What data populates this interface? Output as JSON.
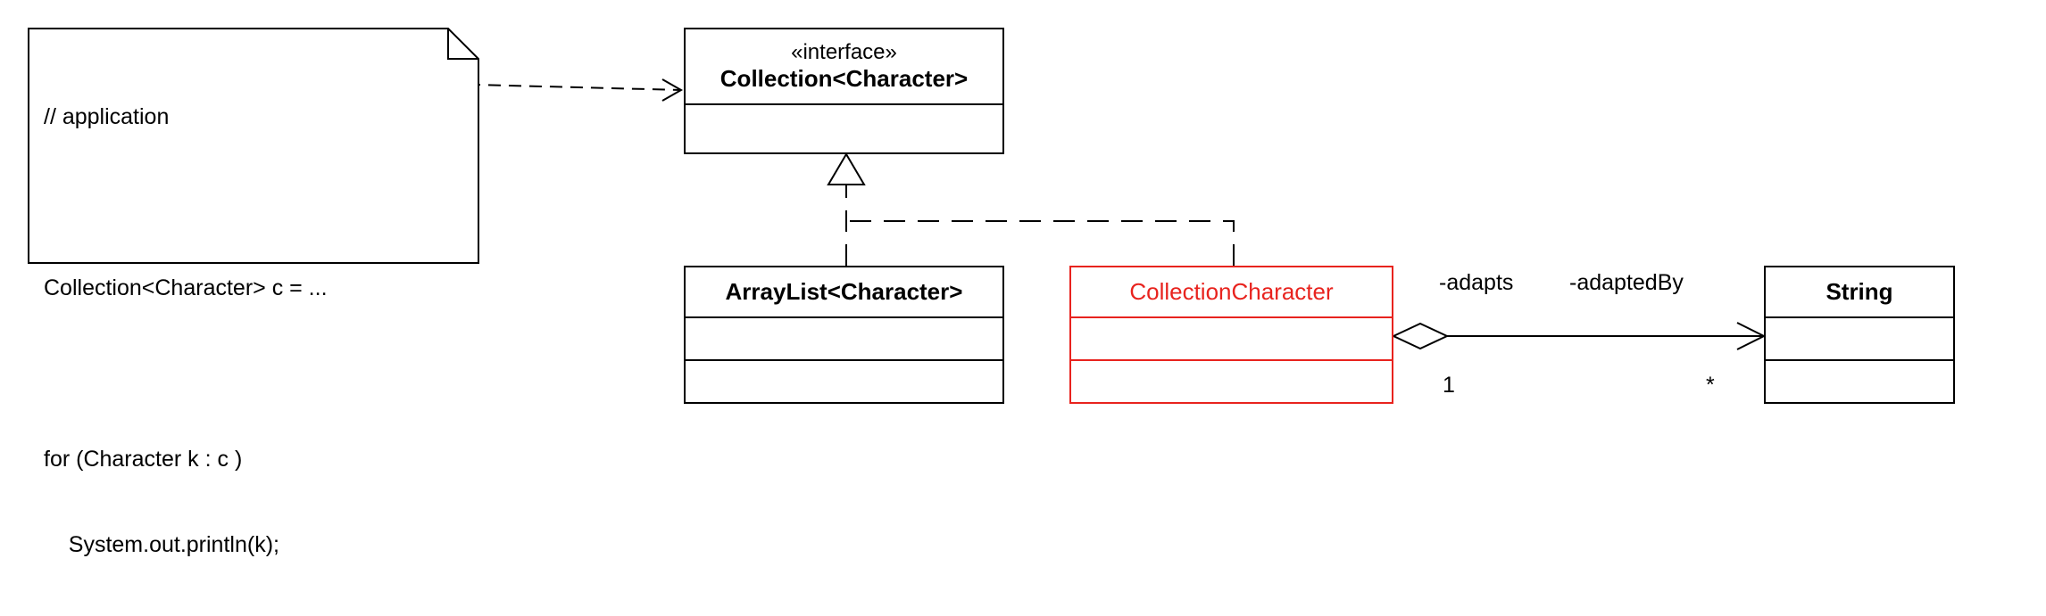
{
  "note": {
    "lines": [
      "// application",
      "",
      "Collection<Character> c = ...",
      "",
      "for (Character k : c )",
      "    System.out.println(k);"
    ]
  },
  "classes": {
    "collection": {
      "stereotype": "«interface»",
      "name": "Collection<Character>"
    },
    "arraylist": {
      "name": "ArrayList<Character>"
    },
    "collectionCharacter": {
      "name": "CollectionCharacter"
    },
    "string": {
      "name": "String"
    }
  },
  "association": {
    "role_source": "-adapts",
    "role_target": "-adaptedBy",
    "mult_source": "1",
    "mult_target": "*"
  },
  "colors": {
    "line": "#000000",
    "highlight": "#e8231e",
    "background": "#ffffff"
  }
}
